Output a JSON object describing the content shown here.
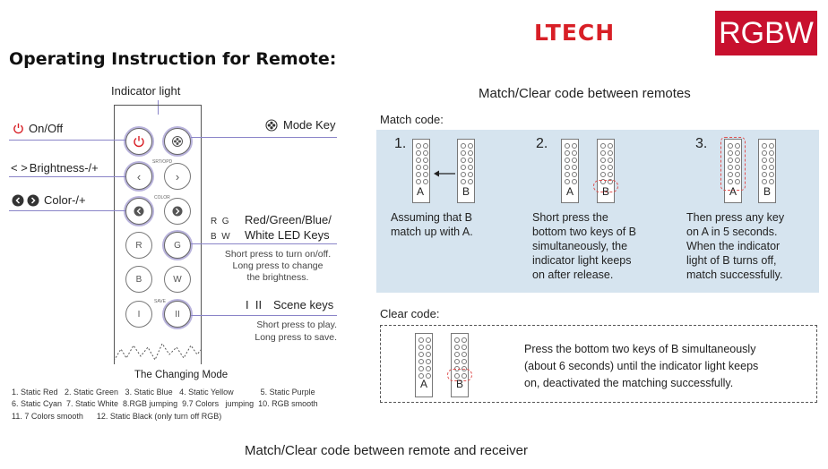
{
  "brand": {
    "logo": "LTECH",
    "badge": "RGBW"
  },
  "left": {
    "title": "Operating Instruction for Remote:",
    "indicator_label": "Indicator light",
    "on_off": {
      "icon": "power-icon",
      "label": "On/Off"
    },
    "brightness": {
      "icon": "chevrons-icon",
      "label": "Brightness-/+"
    },
    "color": {
      "icon": "color-arrows-icon",
      "label": "Color-/+"
    },
    "mode_key": {
      "icon": "flower-icon",
      "label": "Mode Key"
    },
    "rgbw": {
      "letters_top": "R  G",
      "letters_bottom": "B  W",
      "label_line1": "Red/Green/Blue/",
      "label_line2": "White LED Keys",
      "desc_line1": "Short press to turn on/off.",
      "desc_line2": "Long press to change",
      "desc_line3": "the brightness."
    },
    "scene": {
      "symbols": "I  II",
      "label": "Scene keys",
      "desc_line1": "Short press to play.",
      "desc_line2": "Long press to save."
    },
    "remote_small_labels": {
      "stop": "SRT/OPD",
      "color": "COLOR",
      "save": "SAVE"
    },
    "remote_keys": [
      "R",
      "G",
      "B",
      "W",
      "I",
      "II"
    ],
    "changing_mode": {
      "title": "The Changing Mode",
      "line1": "1. Static Red   2. Static Green   3. Static Blue   4. Static Yellow            5. Static Purple",
      "line2": "6. Static Cyan  7. Static White  8.RGB jumping  9.7 Colors   jumping  10. RGB smooth",
      "line3": "11. 7 Colors smooth      12. Static Black (only turn off RGB)"
    }
  },
  "right": {
    "heading": "Match/Clear code between remotes",
    "match_label": "Match code:",
    "steps": [
      {
        "num": "1.",
        "a": "A",
        "b": "B",
        "text_lines": [
          "Assuming that B",
          "match up with A."
        ]
      },
      {
        "num": "2.",
        "a": "A",
        "b": "B",
        "text_lines": [
          "Short press the",
          "bottom two keys of B",
          "simultaneously, the",
          "indicator light keeps",
          "on after release."
        ]
      },
      {
        "num": "3.",
        "a": "A",
        "b": "B",
        "text_lines": [
          "Then press any key",
          "on A in 5 seconds.",
          "When the indicator",
          "light of B turns off,",
          "match successfully."
        ]
      }
    ],
    "clear_label": "Clear code:",
    "clear": {
      "a": "A",
      "b": "B",
      "text_lines": [
        "Press the bottom two keys of B simultaneously",
        "(about 6 seconds) until the indicator light keeps",
        "on, deactivated the matching successfully."
      ]
    }
  },
  "footer": "Match/Clear code between remote and receiver",
  "colors": {
    "brand_red": "#d81f26",
    "badge_red": "#c8102e",
    "panel_blue": "#d6e4ef",
    "line_purple": "#8a84c8",
    "highlight_red": "#e05050"
  }
}
